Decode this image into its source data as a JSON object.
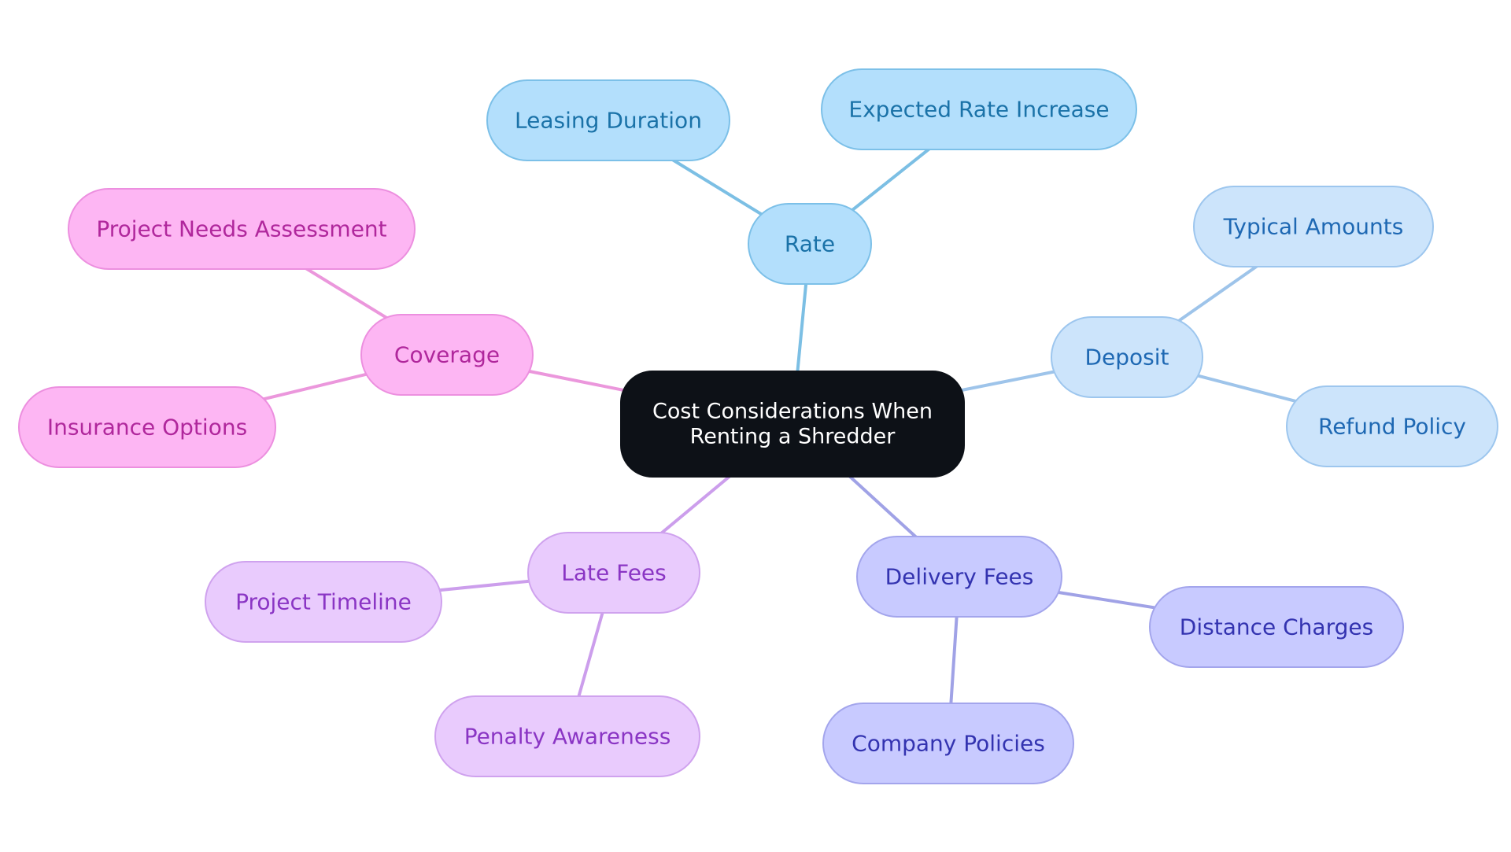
{
  "diagram": {
    "type": "mindmap",
    "root": {
      "lines": [
        "Cost Considerations When",
        "Renting a Shredder"
      ],
      "fill": "#0d1117",
      "stroke": "#0d1117",
      "text_color": "#ffffff"
    },
    "branches": [
      {
        "label": "Rate",
        "fill": "#b3dffc",
        "stroke": "#7cc0e8",
        "text_color": "#1a72a8",
        "line_color": "#7cbfe4",
        "children": [
          "Leasing Duration",
          "Expected Rate Increase"
        ]
      },
      {
        "label": "Deposit",
        "fill": "#cce4fb",
        "stroke": "#9dc6ee",
        "text_color": "#1e68b3",
        "line_color": "#9ec4ea",
        "children": [
          "Typical Amounts",
          "Refund Policy"
        ]
      },
      {
        "label": "Delivery Fees",
        "fill": "#c8caff",
        "stroke": "#a3a5ec",
        "text_color": "#3333b0",
        "line_color": "#a0a2e6",
        "children": [
          "Distance Charges",
          "Company Policies"
        ]
      },
      {
        "label": "Late Fees",
        "fill": "#e9cbfd",
        "stroke": "#cfa2ee",
        "text_color": "#8a35c4",
        "line_color": "#cc9eec",
        "children": [
          "Project Timeline",
          "Penalty Awareness"
        ]
      },
      {
        "label": "Coverage",
        "fill": "#fdb6f3",
        "stroke": "#ec8fdf",
        "text_color": "#b0279c",
        "line_color": "#eb97dc",
        "children": [
          "Project Needs Assessment",
          "Insurance Options"
        ]
      }
    ]
  }
}
